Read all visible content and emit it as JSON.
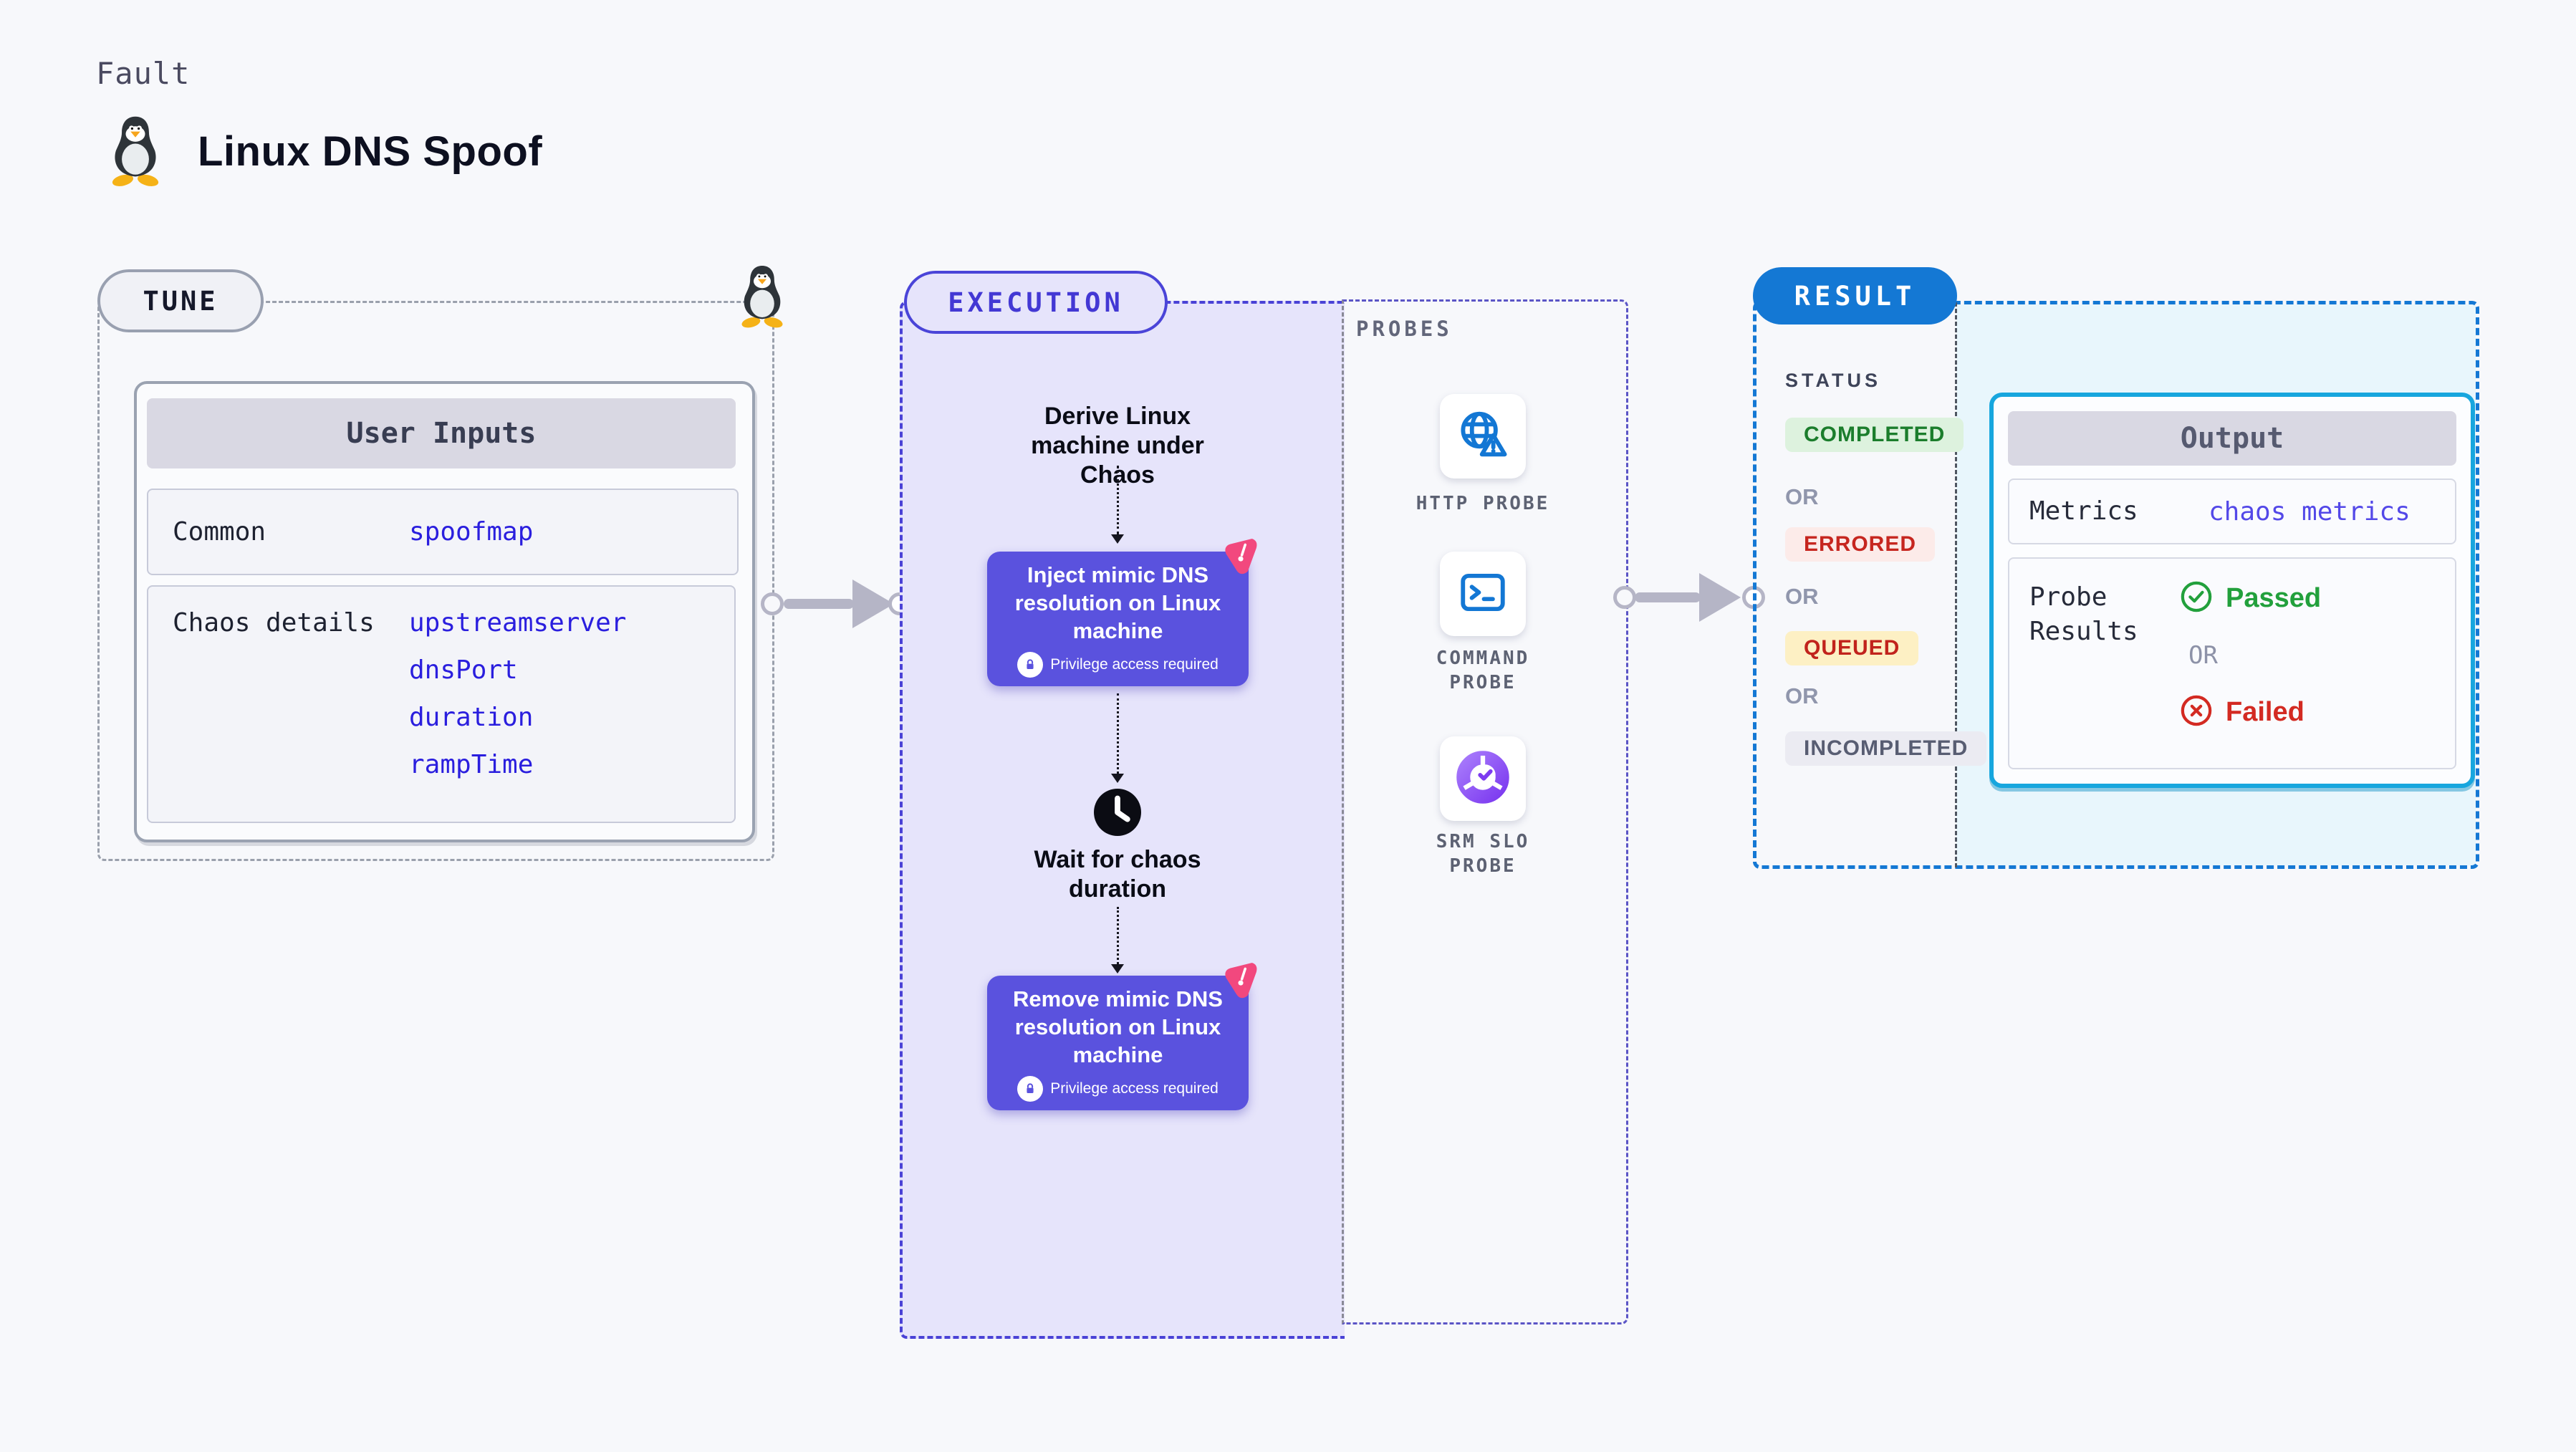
{
  "page": {
    "kicker": "Fault",
    "title": "Linux DNS Spoof"
  },
  "tune": {
    "label": "TUNE",
    "card_header": "User Inputs",
    "rows": [
      {
        "label": "Common",
        "values": [
          "spoofmap"
        ]
      },
      {
        "label": "Chaos details",
        "values": [
          "upstreamserver",
          "dnsPort",
          "duration",
          "rampTime"
        ]
      }
    ]
  },
  "execution": {
    "label": "EXECUTION",
    "start_node": "Derive Linux machine under Chaos",
    "inject_step": {
      "title": "Inject mimic DNS resolution on Linux machine",
      "note": "Privilege access required"
    },
    "wait_node": "Wait for chaos duration",
    "remove_step": {
      "title": "Remove mimic DNS resolution on Linux machine",
      "note": "Privilege access required"
    }
  },
  "probes": {
    "label": "PROBES",
    "items": [
      {
        "name": "HTTP PROBE",
        "icon": "globe-alert-icon"
      },
      {
        "name": "COMMAND PROBE",
        "icon": "terminal-icon"
      },
      {
        "name": "SRM SLO PROBE",
        "icon": "slo-donut-check-icon"
      }
    ]
  },
  "result": {
    "label": "RESULT",
    "status_heading": "STATUS",
    "or_label": "OR",
    "statuses": [
      {
        "label": "COMPLETED",
        "color": "#1b7d2c",
        "bg": "#ddf2de"
      },
      {
        "label": "ERRORED",
        "color": "#c6261f",
        "bg": "#fcebe9"
      },
      {
        "label": "QUEUED",
        "color": "#c1231c",
        "bg": "#fdf0c4"
      },
      {
        "label": "INCOMPLETED",
        "color": "#585d72",
        "bg": "#ebebf2"
      }
    ],
    "output": {
      "header": "Output",
      "metrics_label": "Metrics",
      "metrics_value": "chaos metrics",
      "probe_results_label": "Probe Results",
      "passed_label": "Passed",
      "or_label": "OR",
      "failed_label": "Failed"
    }
  },
  "colors": {
    "page_bg": "#f7f8fb",
    "execution_bg": "#e6e4fb",
    "execution_border": "#4a42d6",
    "step_card_bg": "#5a52de",
    "value_blue": "#2a1ede",
    "metrics_blue": "#5348e8",
    "result_blue": "#1478d4",
    "output_border": "#17a6de",
    "output_bg": "#e8f6fc",
    "passed_green": "#22a03c",
    "failed_red": "#d32a22",
    "litmus_pink": "#f2487e",
    "arrow_gray": "#b5b5c6"
  }
}
